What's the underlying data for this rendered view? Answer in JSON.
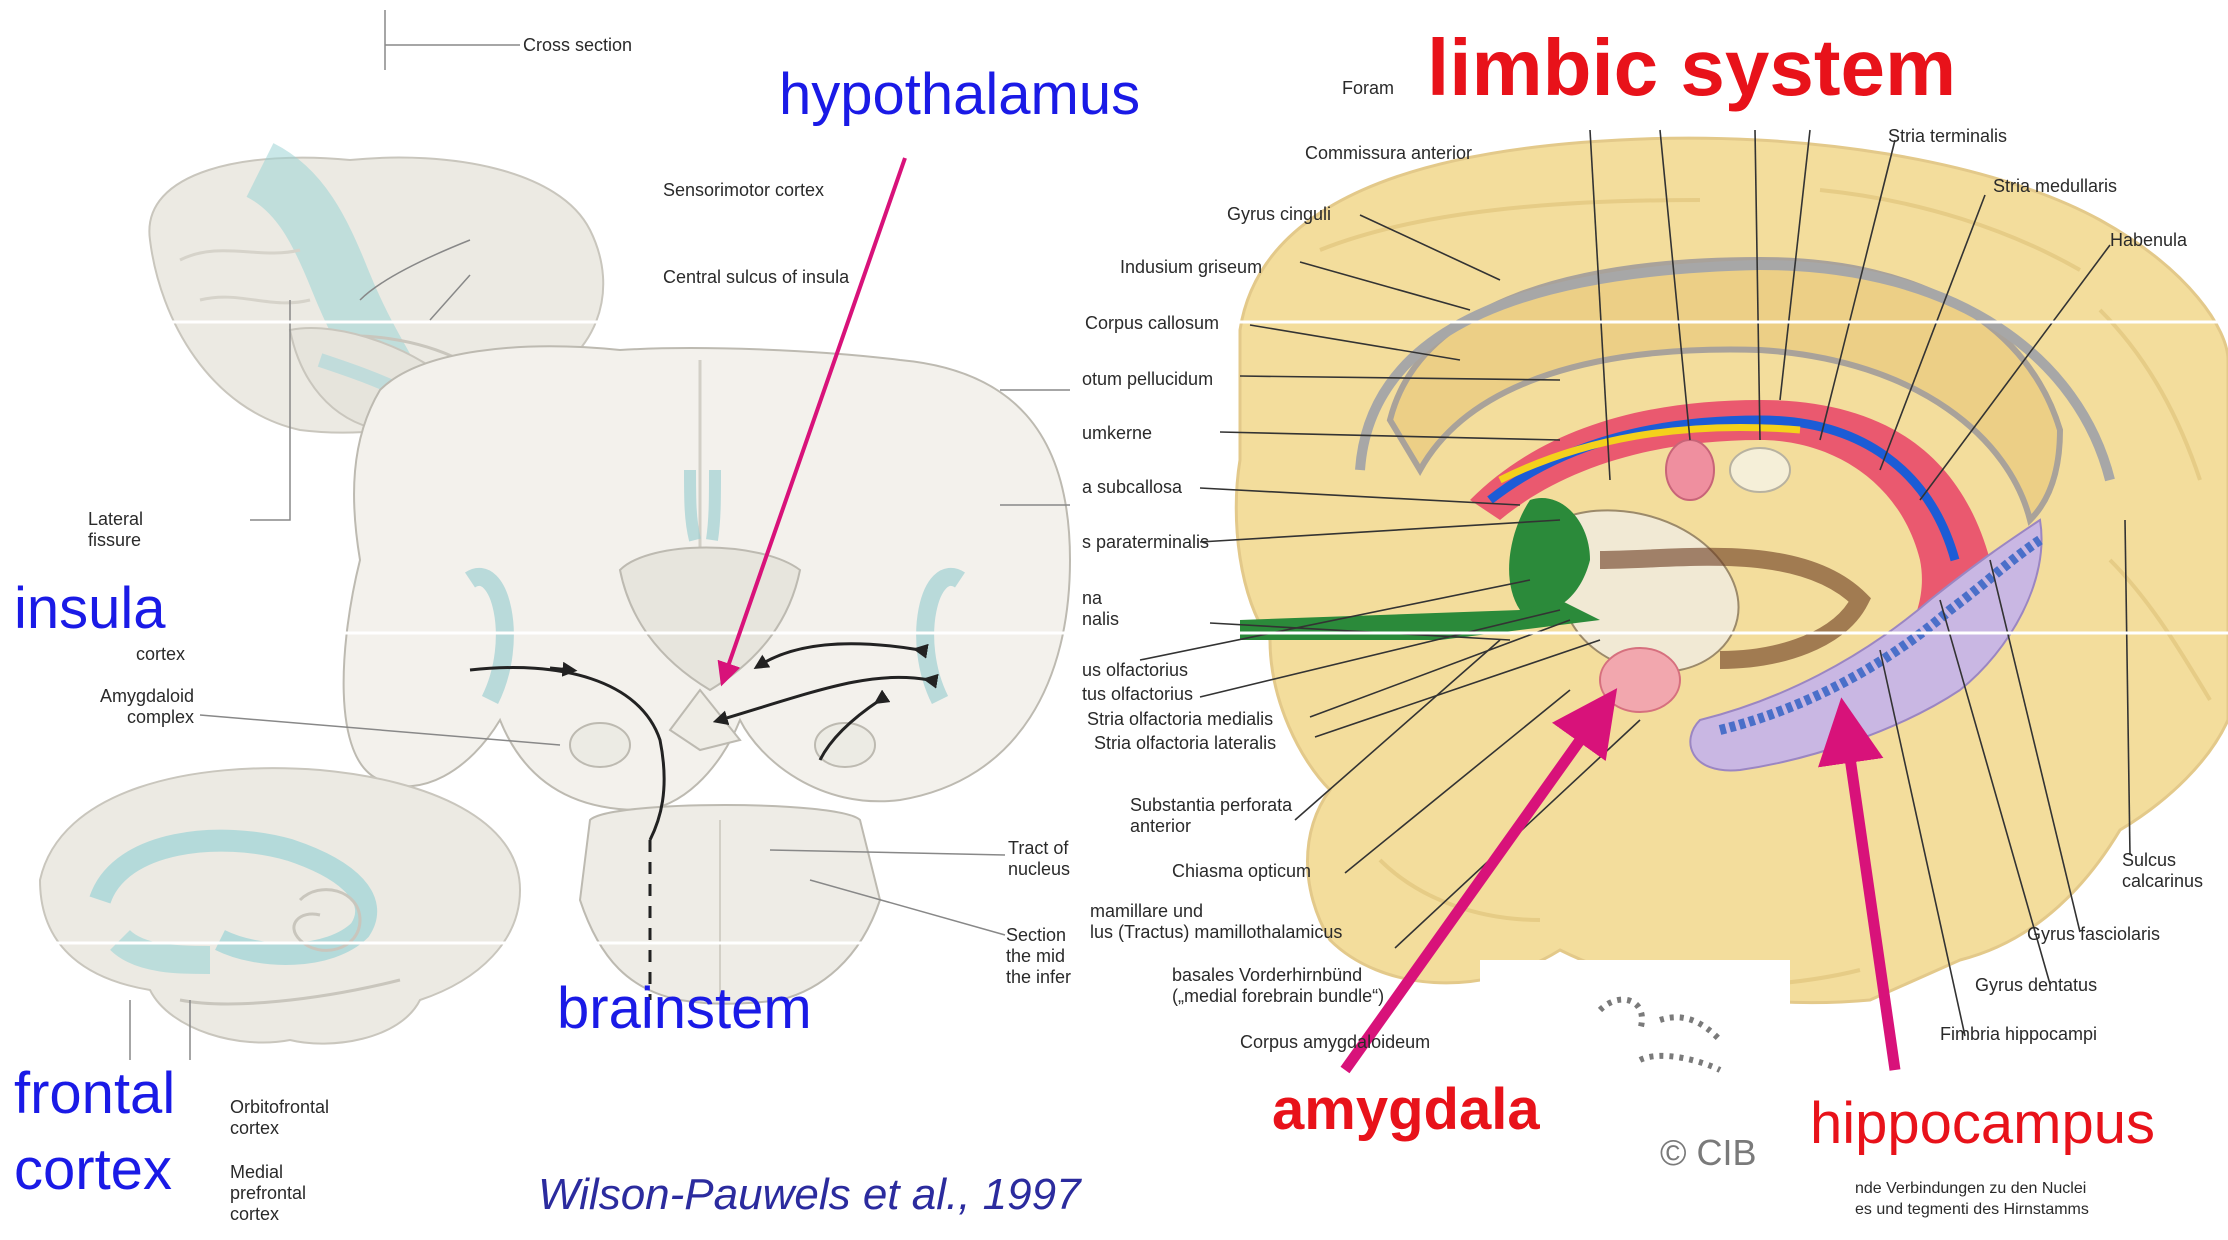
{
  "title": "limbic system",
  "left_panel": {
    "callouts": {
      "cross_section": "Cross section",
      "sensorimotor": "Sensorimotor cortex",
      "central_sulcus": "Central sulcus of insula",
      "lateral_fissure": "Lateral\nfissure",
      "insular_cortex": "cortex",
      "amygdaloid": "Amygdaloid\ncomplex",
      "tract": "Tract of\nnucleus",
      "section": "Section\nthe mid\nthe infer",
      "orbitofrontal": "Orbitofrontal\ncortex",
      "medial_prefrontal": "Medial\nprefrontal\ncortex"
    },
    "citation": "Wilson-Pauwels et al., 1997"
  },
  "overlay_labels": {
    "hypothalamus": "hypothalamus",
    "insula": "insula",
    "brainstem": "brainstem",
    "frontal_cortex": "frontal\ncortex",
    "amygdala": "amygdala",
    "hippocampus": "hippocampus"
  },
  "right_panel": {
    "labels_left": [
      "Foram",
      "Commissura anterior",
      "Gyrus cinguli",
      "Indusium griseum",
      "Corpus callosum",
      "otum pellucidum",
      "umkerne",
      "a subcallosa",
      "s paraterminalis",
      "na\nnalis",
      "us olfactorius",
      "tus olfactorius",
      "Stria olfactoria medialis",
      "Stria olfactoria lateralis",
      "Substantia perforata\nanterior",
      "Chiasma opticum",
      "mamillare und\nlus (Tractus) mamillothalamicus",
      "basales Vorderhirnbünd\n(„medial forebrain bundle“)",
      "Corpus amygdaloideum"
    ],
    "labels_right": [
      "Stria terminalis",
      "Stria medullaris",
      "Habenula",
      "Sulcus\ncalcarinus",
      "Gyrus fasciolaris",
      "Gyrus dentatus",
      "Fimbria hippocampi"
    ],
    "caption": "nde Verbindungen zu den Nuclei\nes und tegmenti des Hirnstamms",
    "stamp": "© CIB"
  },
  "colors": {
    "label_blue": "#1a1ae6",
    "label_red": "#e8121a",
    "arrow_magenta": "#d8127a",
    "brain_yellow": "#f2dc9a",
    "brain_pale": "#f1efe9"
  }
}
